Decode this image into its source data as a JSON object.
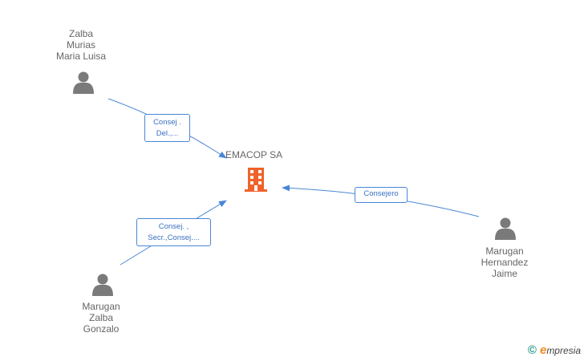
{
  "company": {
    "name": "EMACOP SA",
    "icon": "building-icon",
    "color": "#f0622a"
  },
  "persons": [
    {
      "id": "p1",
      "name_lines": [
        "Zalba",
        "Murias",
        "Maria Luisa"
      ],
      "icon": "person-icon"
    },
    {
      "id": "p2",
      "name_lines": [
        "Marugan",
        "Zalba",
        "Gonzalo"
      ],
      "icon": "person-icon"
    },
    {
      "id": "p3",
      "name_lines": [
        "Marugan",
        "Hernandez",
        "Jaime"
      ],
      "icon": "person-icon"
    }
  ],
  "relations": [
    {
      "from": "p1",
      "role_lines": [
        "Consej .",
        "Del.,..."
      ]
    },
    {
      "from": "p2",
      "role_lines": [
        "Consej. ,",
        "Secr.,Consej...."
      ]
    },
    {
      "from": "p3",
      "role_lines": [
        "Consejero"
      ]
    }
  ],
  "colors": {
    "edge": "#4a86d6",
    "person": "#7a7a7a",
    "text": "#666666"
  },
  "watermark": {
    "symbol": "©",
    "brand_initial": "e",
    "brand_rest": "mpresia"
  }
}
